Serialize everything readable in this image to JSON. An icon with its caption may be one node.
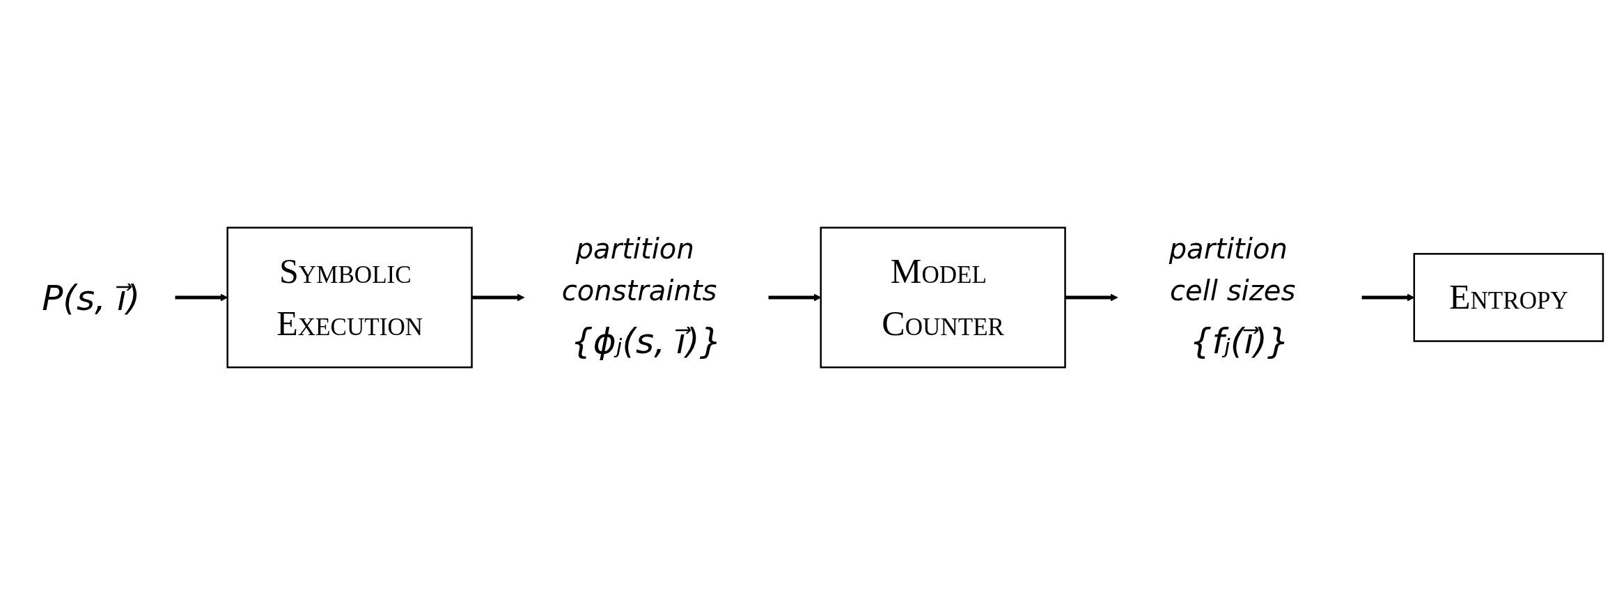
{
  "diagram": {
    "nodes": [
      {
        "text": [
          "P(s, i⃗)"
        ]
      },
      {
        "text": [
          "Symbolic Execution"
        ]
      },
      {
        "text": [
          "{ϕⱼ(s, i⃗)}"
        ],
        "beside": [
          "partition constraints"
        ]
      },
      {
        "text": [
          "Model Counter"
        ]
      },
      {
        "text": [
          "{fⱼ(i⃗)}"
        ],
        "beside": [
          "partition cell sizes"
        ]
      },
      {
        "text": [
          "Entropy"
        ]
      }
    ],
    "edges": [
      {
        "from": 0,
        "to": 1,
        "arrow": "to"
      },
      {
        "from": 1,
        "to": 2,
        "arrow": "to"
      },
      {
        "from": 2,
        "to": 3,
        "arrow": "to"
      },
      {
        "from": 3,
        "to": 4,
        "arrow": "to"
      },
      {
        "from": 4,
        "to": 5,
        "arrow": "to"
      }
    ]
  }
}
